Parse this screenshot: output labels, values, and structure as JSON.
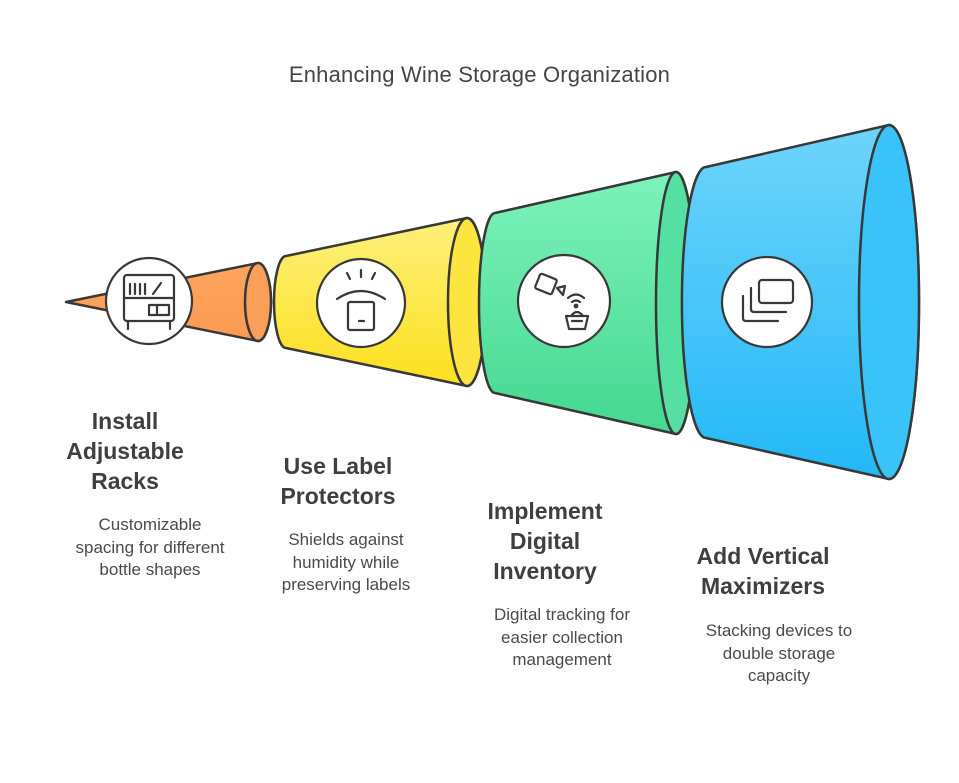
{
  "title": "Enhancing Wine Storage Organization",
  "colors": {
    "orange": "#FCA15F",
    "yellow": "#FCE94F",
    "green": "#5EE4A4",
    "blue": "#39C0F8",
    "outline": "#383838",
    "text": "#3f3f3f"
  },
  "steps": [
    {
      "title_lines": [
        "Install",
        "Adjustable",
        "Racks"
      ],
      "desc_lines": [
        "Customizable",
        "spacing for different",
        "bottle shapes"
      ],
      "icon": "shelf-rack-icon",
      "color": "orange"
    },
    {
      "title_lines": [
        "Use Label",
        "Protectors"
      ],
      "desc_lines": [
        "Shields against",
        "humidity while",
        "preserving labels"
      ],
      "icon": "humidity-shield-icon",
      "color": "yellow"
    },
    {
      "title_lines": [
        "Implement",
        "Digital",
        "Inventory"
      ],
      "desc_lines": [
        "Digital tracking for",
        "easier collection",
        "management"
      ],
      "icon": "digital-tracking-icon",
      "color": "green"
    },
    {
      "title_lines": [
        "Add Vertical",
        "Maximizers"
      ],
      "desc_lines": [
        "Stacking devices to",
        "double storage",
        "capacity"
      ],
      "icon": "stacked-layers-icon",
      "color": "blue"
    }
  ]
}
